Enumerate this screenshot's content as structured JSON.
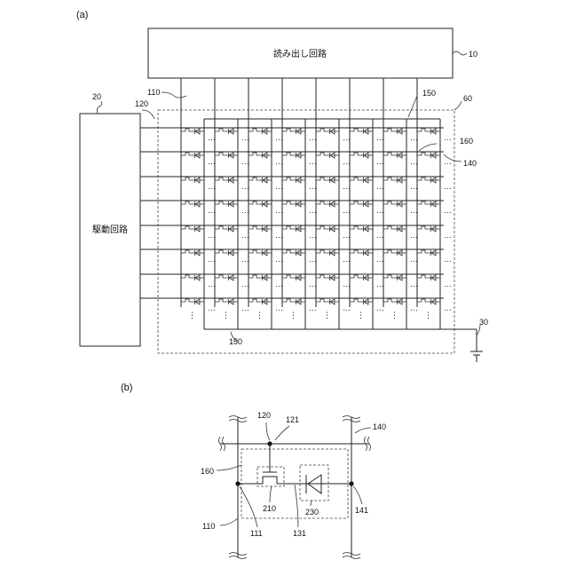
{
  "panel_a": {
    "label": "(a)",
    "readout_box_text": "読み出し回路",
    "drive_box_text": "駆動回路",
    "refs": {
      "readout": "10",
      "drive": "20",
      "ground": "30",
      "array": "60",
      "col_line": "110",
      "row_line": "120",
      "bias_line_top": "150",
      "bias_line_bottom": "150",
      "pixel": "160",
      "bias_line": "140"
    },
    "ellipsis": "…",
    "vdots": "⋮"
  },
  "panel_b": {
    "label": "(b)",
    "refs": {
      "row_line": "120",
      "gate": "121",
      "bias_line": "140",
      "pixel": "160",
      "col_line": "110",
      "switch": "210",
      "photodiode": "230",
      "node_111": "111",
      "node_131": "131",
      "node_141": "141"
    }
  }
}
